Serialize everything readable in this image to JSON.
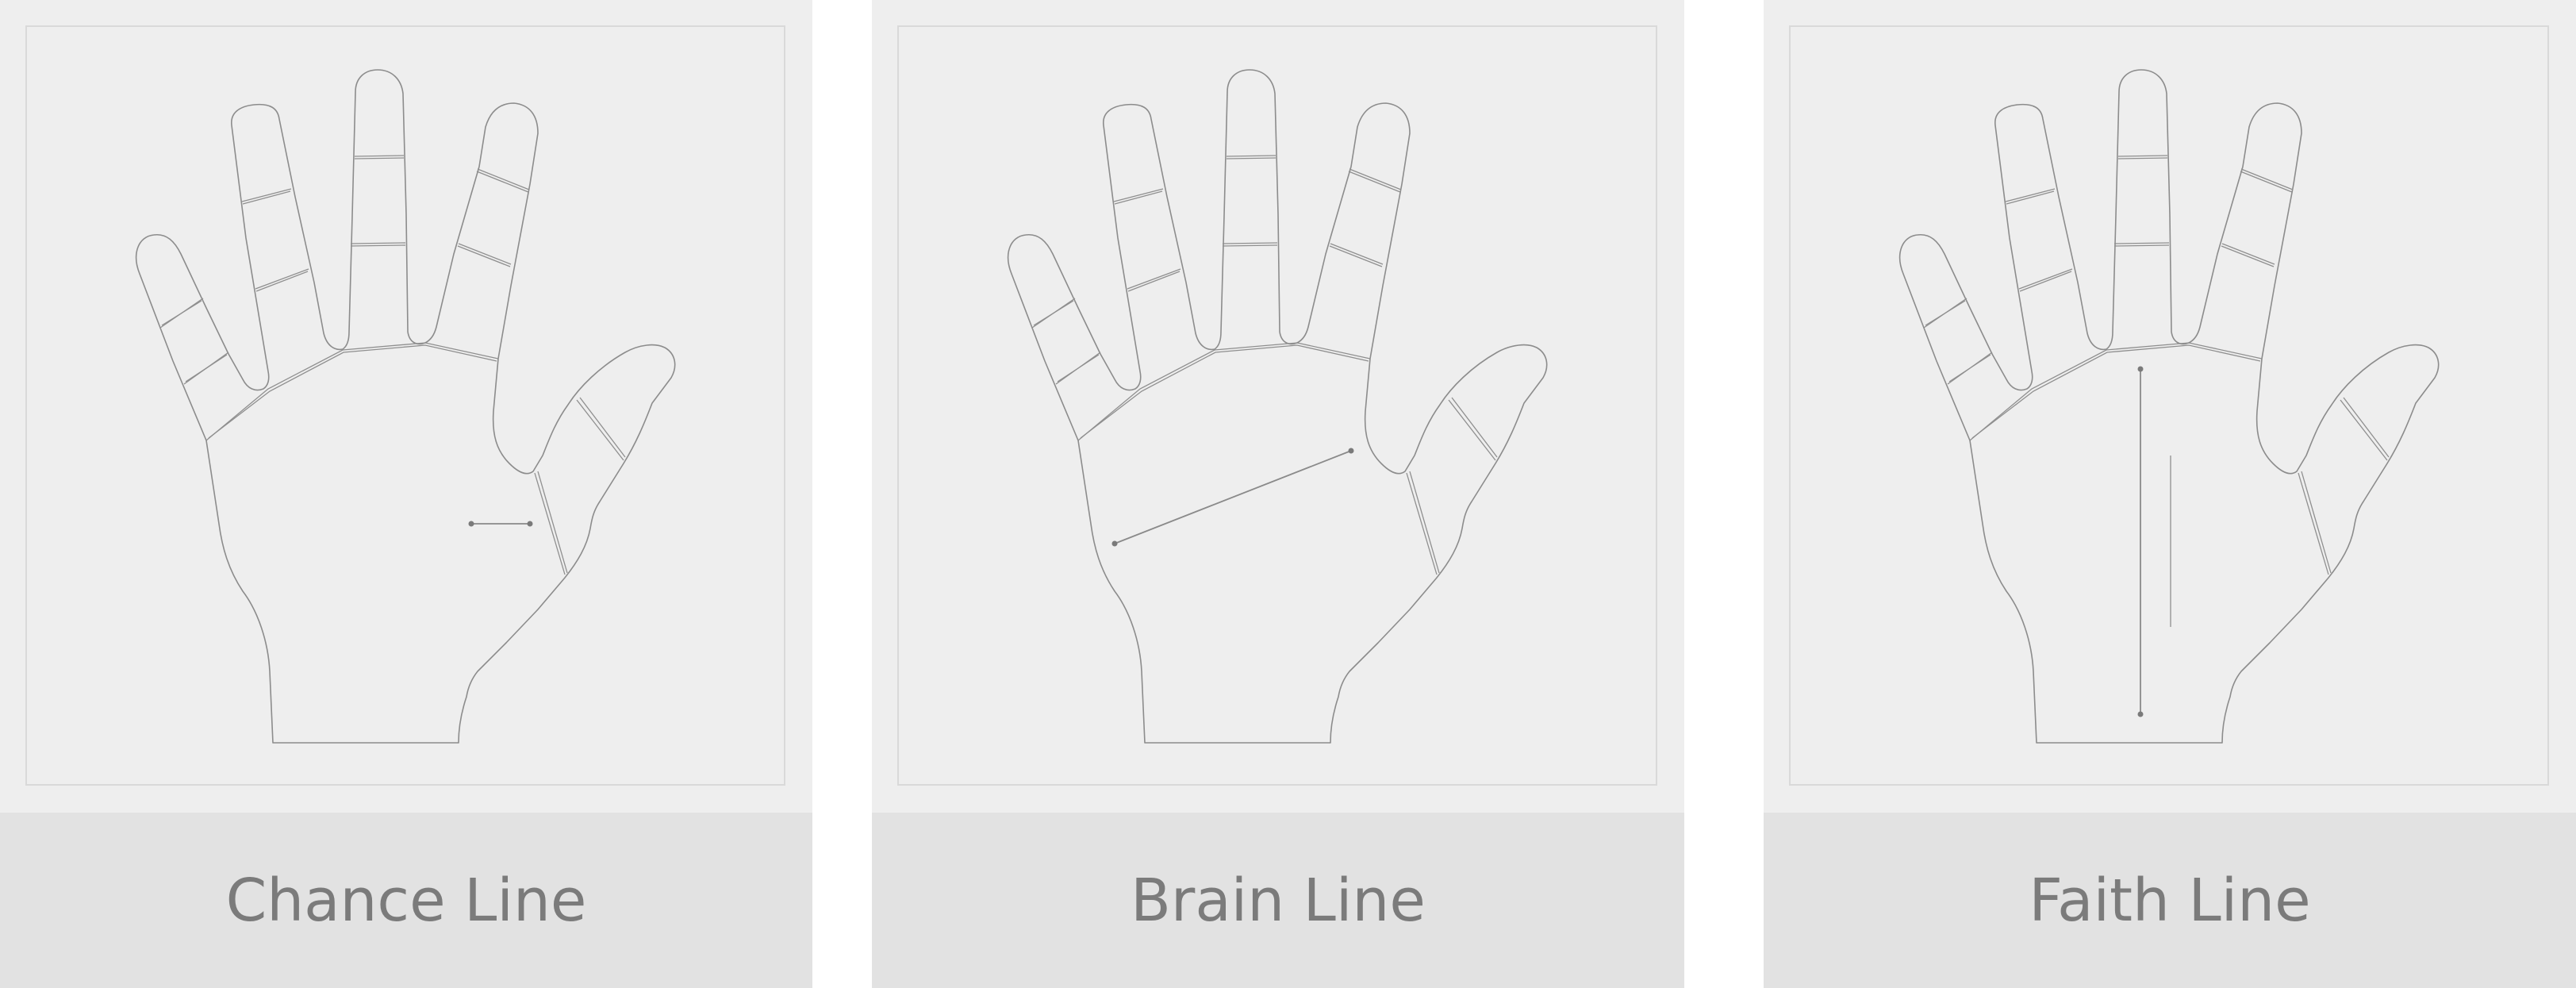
{
  "cards": [
    {
      "label": "Chance Line"
    },
    {
      "label": "Brain Line"
    },
    {
      "label": "Faith Line"
    }
  ],
  "colors": {
    "card_background": "#eeeeee",
    "label_background": "#e2e2e2",
    "label_text": "#7b7b7b",
    "hand_outline": "#8c8c8c"
  }
}
